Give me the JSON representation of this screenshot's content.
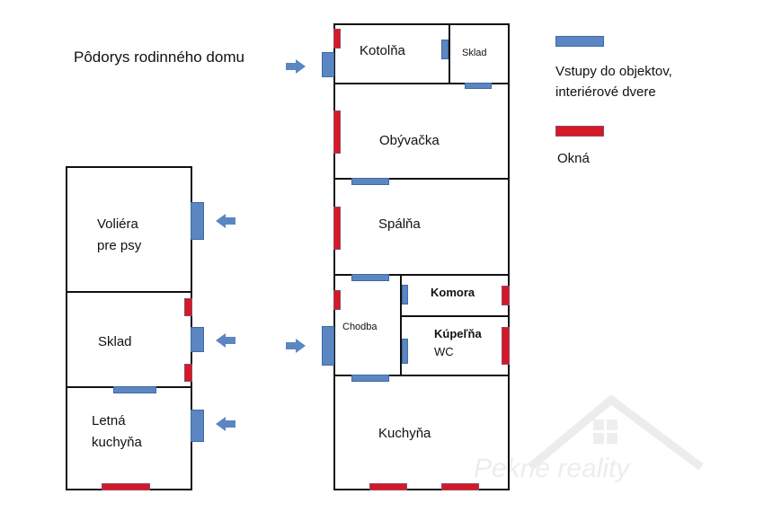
{
  "title": "Pôdorys rodinného domu",
  "legend": {
    "door_label": "Vstupy do objektov, interiérové dvere",
    "window_label": "Okná",
    "door_color": "#5b86c2",
    "window_color": "#d71826"
  },
  "main_house": {
    "rooms": {
      "kotolna": "Kotolňa",
      "sklad": "Sklad",
      "obyvacka": "Obývačka",
      "spalna": "Spálňa",
      "komora": "Komora",
      "chodba": "Chodba",
      "kupelna_line1": "Kúpeľňa",
      "kupelna_line2": "WC",
      "kuchyna": "Kuchyňa"
    }
  },
  "outbuilding": {
    "rooms": {
      "voliera_line1": "Voliéra",
      "voliera_line2": "pre psy",
      "sklad": "Sklad",
      "letna_line1": "Letná",
      "letna_line2": "kuchyňa"
    }
  },
  "watermark": "Pekné reality"
}
